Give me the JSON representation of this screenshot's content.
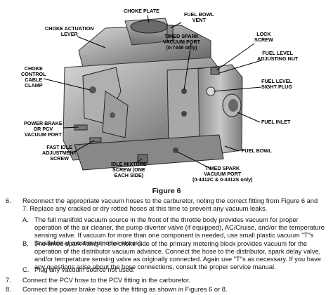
{
  "figure": {
    "caption": "Figure 6",
    "callouts": {
      "choke_plate": "CHOKE PLATE",
      "fuel_bowl_vent": "FUEL BOWL\nVENT",
      "choke_actuation_lever": "CHOKE ACTUATION\nLEVER",
      "timed_spark_top": "TIMED SPARK\nVACUUM PORT\n(0-7448 only)",
      "lock_screw": "LOCK\nSCREW",
      "fuel_level_adjusting_nut": "FUEL LEVEL\nADJUSTING NUT",
      "choke_control_cable_clamp": "CHOKE\nCONTROL\nCABLE\nCLAMP",
      "fuel_level_sight_plug": "FUEL LEVEL\nSIGHT PLUG",
      "fuel_inlet": "FUEL INLET",
      "power_brake_port": "POWER BRAKE\nOR PCV\nVACUUM PORT",
      "fast_idle_screw": "FAST IDLE\nADJUSTMENT\nSCREW",
      "fuel_bowl": "FUEL BOWL",
      "idle_mixture_screw": "IDLE MIXTURE\nSCREW (ONE\nEACH SIDE)",
      "timed_spark_bottom": "TIMED SPARK\nVACUUM PORT\n(0-4412C & 0-4412S only)"
    }
  },
  "steps": {
    "s6_num": "6.",
    "s6_text": "Reconnect the appropriate vacuum hoses to the carburetor, noting the correct fitting from Figure 6 and 7. Replace any cracked or dry rotted hoses at this time to prevent any vacuum leaks.",
    "a_letter": "A.",
    "a_text": "The full manifold vacuum source in the front of the throttle body provides vacuum for proper operation of the air cleaner, the pump diverter valve (if equipped), AC/Cruise, and/or the temperature sensing valve. If vacuum for more than one component is needed, use small plastic vacuum \"T\"s (available at most automotive stores).",
    "b_letter": "B.",
    "b_text": "The timed spark fitting in the choke side of the primary metering block provides vacuum for the operation of the distributor vacuum advance. Connect the hose to the distributor, spark delay valve, and/or temperature sensing valve as originally connected. Again use \"T\"s as necessary. If you have any questions arise about the hose connections, consult the proper service manual.",
    "c_letter": "C.",
    "c_text": "Plug any vacuum source not used.",
    "s7_num": "7.",
    "s7_text": "Connect the PCV hose to the PCV fitting in the carburetor.",
    "s8_num": "8.",
    "s8_text": "Connect the power brake hose to the fitting as shown in Figures 6 or 8."
  }
}
